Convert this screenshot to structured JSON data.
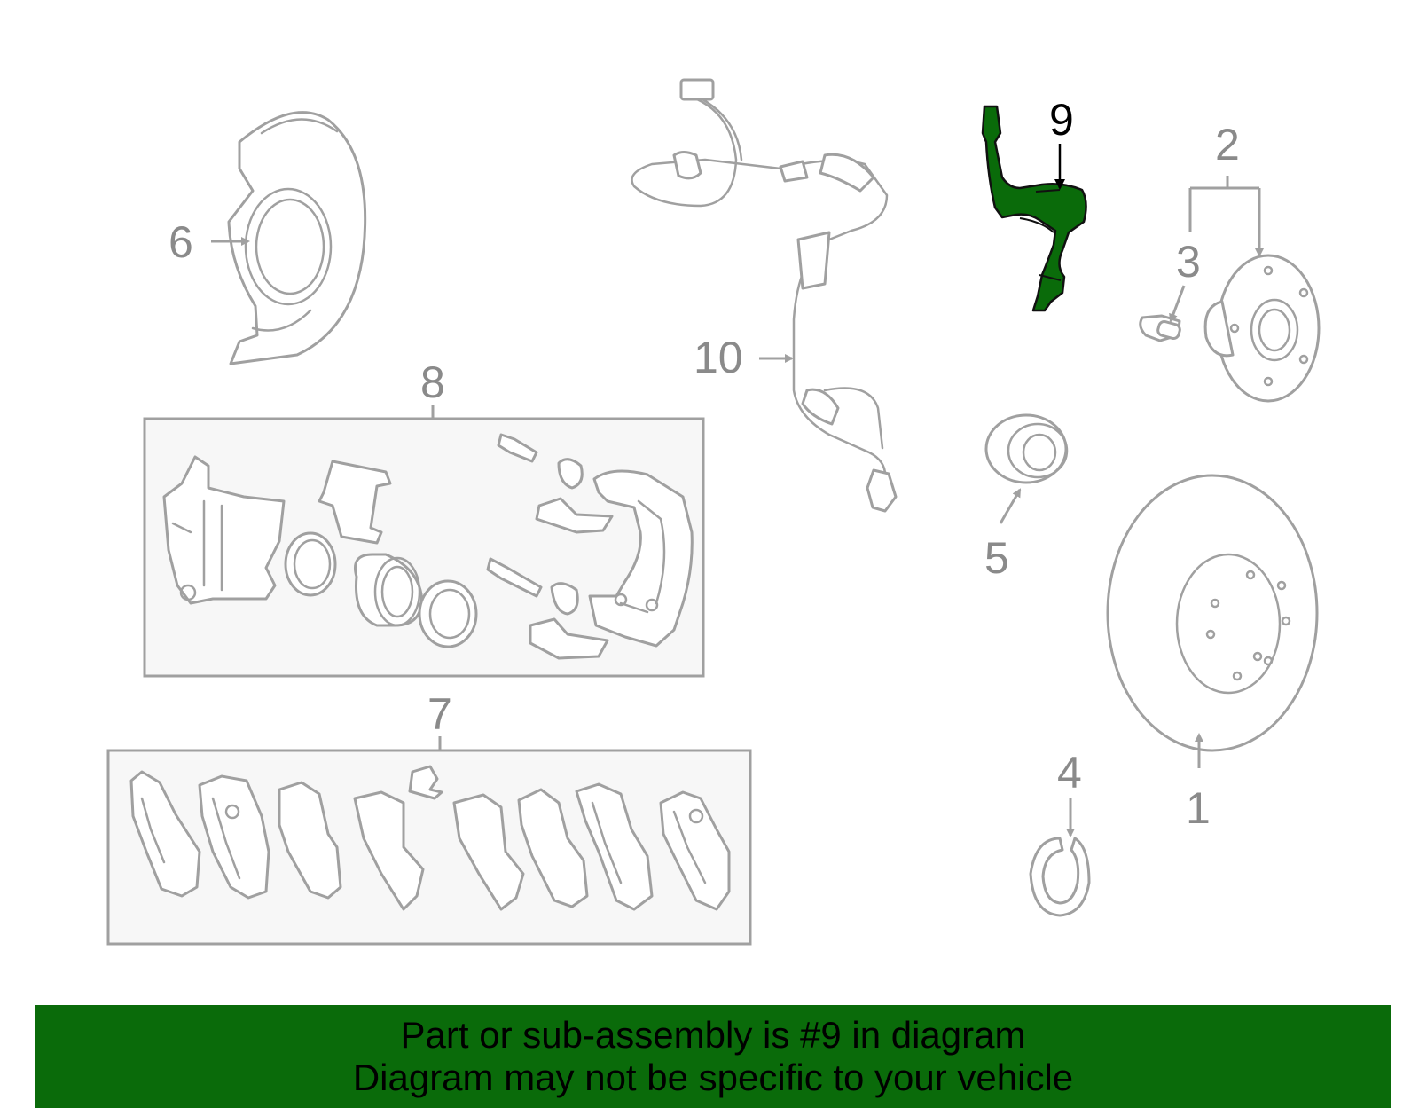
{
  "callouts": {
    "c1": "1",
    "c2": "2",
    "c3": "3",
    "c4": "4",
    "c5": "5",
    "c6": "6",
    "c7": "7",
    "c8": "8",
    "c9": "9",
    "c10": "10"
  },
  "colors": {
    "highlight": "#0a6b0a",
    "part_stroke": "#a0a0a0",
    "label": "#8a8a8a"
  },
  "banner": {
    "line1": "Part or sub-assembly is #9 in diagram",
    "line2": "Diagram may not be specific to your vehicle"
  }
}
